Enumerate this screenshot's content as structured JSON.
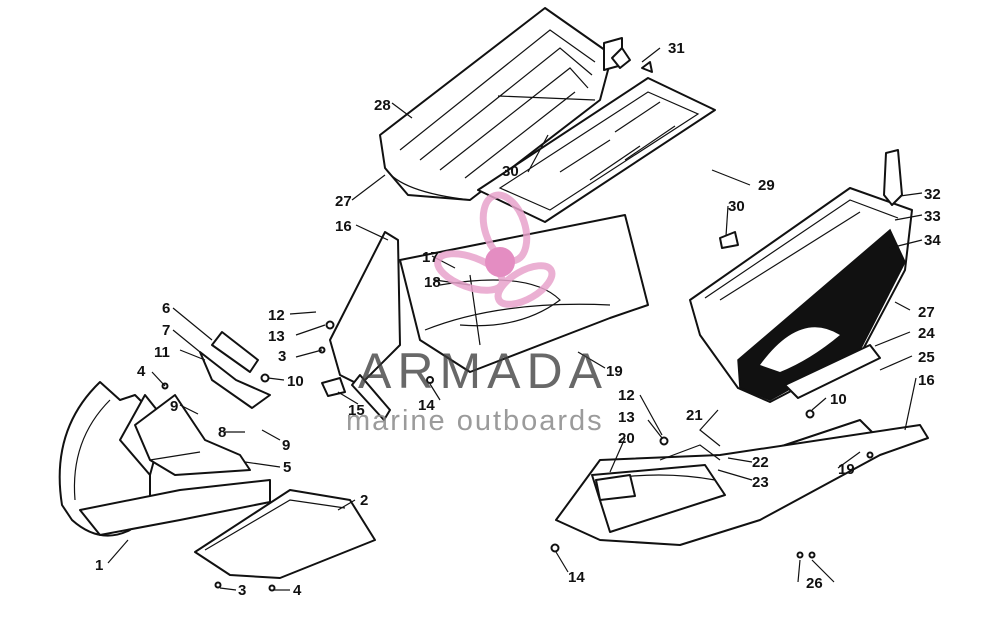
{
  "callouts": [
    {
      "id": "1",
      "label": "1"
    },
    {
      "id": "2",
      "label": "2"
    },
    {
      "id": "3a",
      "label": "3"
    },
    {
      "id": "3b",
      "label": "3"
    },
    {
      "id": "4a",
      "label": "4"
    },
    {
      "id": "4b",
      "label": "4"
    },
    {
      "id": "5",
      "label": "5"
    },
    {
      "id": "6",
      "label": "6"
    },
    {
      "id": "7",
      "label": "7"
    },
    {
      "id": "8",
      "label": "8"
    },
    {
      "id": "9a",
      "label": "9"
    },
    {
      "id": "9b",
      "label": "9"
    },
    {
      "id": "10a",
      "label": "10"
    },
    {
      "id": "10b",
      "label": "10"
    },
    {
      "id": "11",
      "label": "11"
    },
    {
      "id": "12a",
      "label": "12"
    },
    {
      "id": "12b",
      "label": "12"
    },
    {
      "id": "13a",
      "label": "13"
    },
    {
      "id": "13b",
      "label": "13"
    },
    {
      "id": "14a",
      "label": "14"
    },
    {
      "id": "14b",
      "label": "14"
    },
    {
      "id": "15",
      "label": "15"
    },
    {
      "id": "16a",
      "label": "16"
    },
    {
      "id": "16b",
      "label": "16"
    },
    {
      "id": "17",
      "label": "17"
    },
    {
      "id": "18",
      "label": "18"
    },
    {
      "id": "19a",
      "label": "19"
    },
    {
      "id": "19b",
      "label": "19"
    },
    {
      "id": "20",
      "label": "20"
    },
    {
      "id": "21",
      "label": "21"
    },
    {
      "id": "22",
      "label": "22"
    },
    {
      "id": "23",
      "label": "23"
    },
    {
      "id": "24",
      "label": "24"
    },
    {
      "id": "25",
      "label": "25"
    },
    {
      "id": "26",
      "label": "26"
    },
    {
      "id": "27a",
      "label": "27"
    },
    {
      "id": "27b",
      "label": "27"
    },
    {
      "id": "28",
      "label": "28"
    },
    {
      "id": "29",
      "label": "29"
    },
    {
      "id": "30a",
      "label": "30"
    },
    {
      "id": "30b",
      "label": "30"
    },
    {
      "id": "31",
      "label": "31"
    },
    {
      "id": "32",
      "label": "32"
    },
    {
      "id": "33",
      "label": "33"
    },
    {
      "id": "34",
      "label": "34"
    }
  ],
  "watermark": {
    "brand": "ARMADA",
    "tagline": "marine outboards",
    "colors": {
      "petal": "#e8a3cc",
      "core": "#e07ab8",
      "text": "#3e3e3e"
    }
  }
}
